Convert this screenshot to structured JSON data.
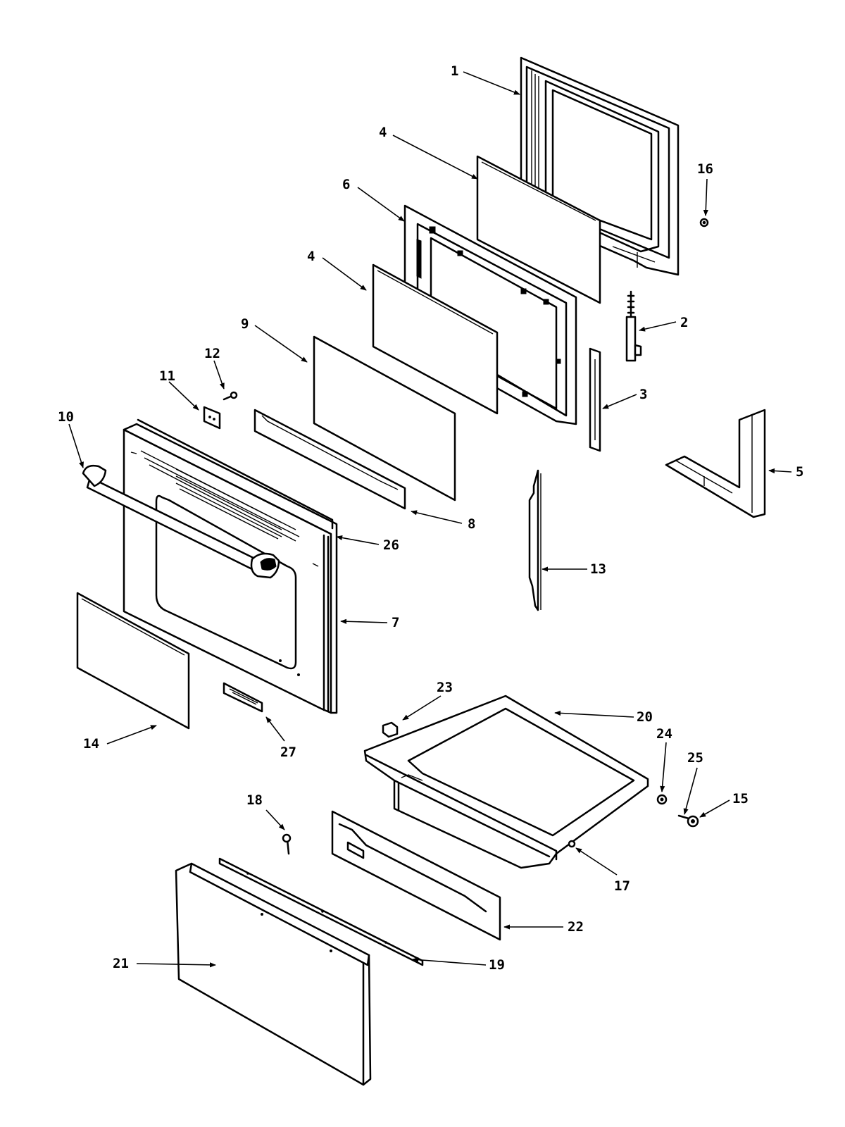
{
  "callouts": [
    {
      "label": "1"
    },
    {
      "label": "2"
    },
    {
      "label": "3"
    },
    {
      "label": "4"
    },
    {
      "label": "4"
    },
    {
      "label": "5"
    },
    {
      "label": "6"
    },
    {
      "label": "7"
    },
    {
      "label": "8"
    },
    {
      "label": "9"
    },
    {
      "label": "10"
    },
    {
      "label": "11"
    },
    {
      "label": "12"
    },
    {
      "label": "13"
    },
    {
      "label": "14"
    },
    {
      "label": "15"
    },
    {
      "label": "16"
    },
    {
      "label": "17"
    },
    {
      "label": "18"
    },
    {
      "label": "19"
    },
    {
      "label": "20"
    },
    {
      "label": "21"
    },
    {
      "label": "22"
    },
    {
      "label": "23"
    },
    {
      "label": "24"
    },
    {
      "label": "25"
    },
    {
      "label": "26"
    },
    {
      "label": "27"
    }
  ],
  "colors": {
    "ink": "#000000",
    "paper": "#ffffff"
  }
}
